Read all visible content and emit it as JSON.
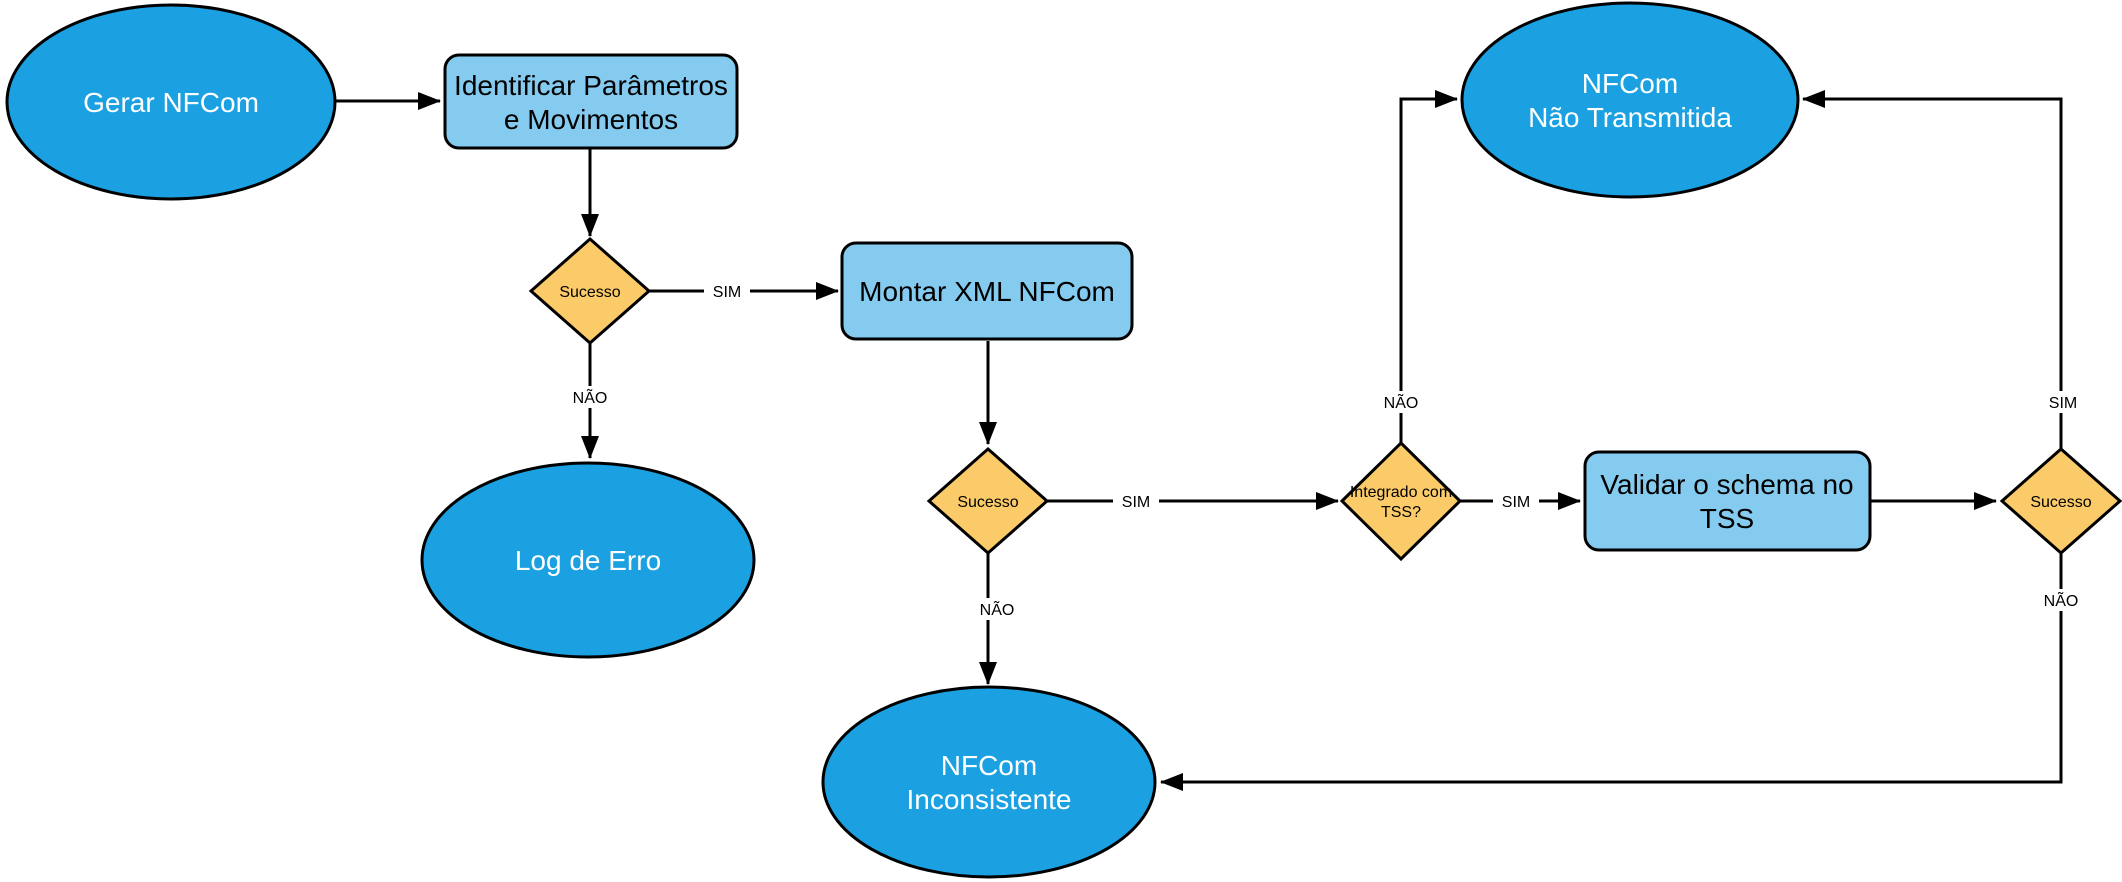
{
  "diagram": {
    "type": "flowchart",
    "language": "pt-BR",
    "colors": {
      "terminal_fill": "#1BA1E2",
      "process_fill": "#85CBF0",
      "decision_fill": "#FBCB69",
      "stroke": "#000000",
      "terminal_text": "#FFFFFF",
      "process_text": "#000000",
      "decision_text": "#000000",
      "edge_label_text": "#000000",
      "background": "#FFFFFF"
    },
    "nodes": {
      "gerar_nfcom": {
        "shape": "ellipse",
        "lines": [
          "Gerar NFCom"
        ]
      },
      "identificar_parametros": {
        "shape": "process",
        "lines": [
          "Identificar Parâmetros",
          "e Movimentos"
        ]
      },
      "sucesso_1": {
        "shape": "decision",
        "lines": [
          "Sucesso"
        ]
      },
      "montar_xml": {
        "shape": "process",
        "lines": [
          "Montar XML NFCom"
        ]
      },
      "log_de_erro": {
        "shape": "ellipse",
        "lines": [
          "Log de Erro"
        ]
      },
      "sucesso_2": {
        "shape": "decision",
        "lines": [
          "Sucesso"
        ]
      },
      "nfcom_inconsistente": {
        "shape": "ellipse",
        "lines": [
          "NFCom",
          "Inconsistente"
        ]
      },
      "integrado_com_tss": {
        "shape": "decision",
        "lines": [
          "Integrado com",
          "TSS?"
        ]
      },
      "validar_schema": {
        "shape": "process",
        "lines": [
          "Validar o schema no",
          "TSS"
        ]
      },
      "sucesso_3": {
        "shape": "decision",
        "lines": [
          "Sucesso"
        ]
      },
      "nfcom_nao_transmitida": {
        "shape": "ellipse",
        "lines": [
          "NFCom",
          "Não Transmitida"
        ]
      }
    },
    "edges": [
      {
        "from": "gerar_nfcom",
        "to": "identificar_parametros",
        "label": ""
      },
      {
        "from": "identificar_parametros",
        "to": "sucesso_1",
        "label": ""
      },
      {
        "from": "sucesso_1",
        "to": "montar_xml",
        "label": "SIM"
      },
      {
        "from": "sucesso_1",
        "to": "log_de_erro",
        "label": "NÃO"
      },
      {
        "from": "montar_xml",
        "to": "sucesso_2",
        "label": ""
      },
      {
        "from": "sucesso_2",
        "to": "integrado_com_tss",
        "label": "SIM"
      },
      {
        "from": "sucesso_2",
        "to": "nfcom_inconsistente",
        "label": "NÃO"
      },
      {
        "from": "integrado_com_tss",
        "to": "validar_schema",
        "label": "SIM"
      },
      {
        "from": "integrado_com_tss",
        "to": "nfcom_nao_transmitida",
        "label": "NÃO"
      },
      {
        "from": "validar_schema",
        "to": "sucesso_3",
        "label": ""
      },
      {
        "from": "sucesso_3",
        "to": "nfcom_nao_transmitida",
        "label": "SIM"
      },
      {
        "from": "sucesso_3",
        "to": "nfcom_inconsistente",
        "label": "NÃO"
      }
    ]
  }
}
